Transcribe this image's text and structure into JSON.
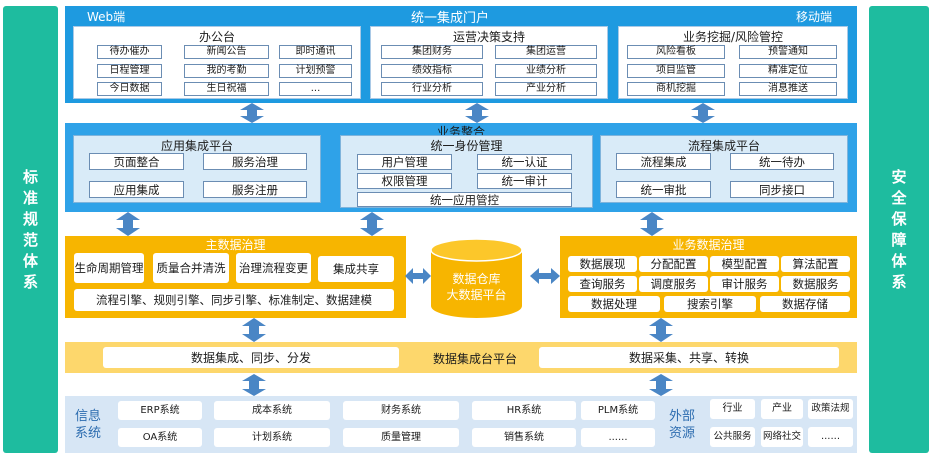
{
  "sides": {
    "left": "标准规范体系",
    "right": "安全保障体系"
  },
  "portal": {
    "web": "Web端",
    "title": "统一集成门户",
    "mobile": "移动端",
    "office": {
      "title": "办公台",
      "items": [
        "待办催办",
        "新闻公告",
        "即时通讯",
        "日程管理",
        "我的考勤",
        "计划预警",
        "今日数据",
        "生日祝福",
        "..."
      ]
    },
    "decision": {
      "title": "运营决策支持",
      "items": [
        "集团财务",
        "集团运营",
        "绩效指标",
        "业绩分析",
        "行业分析",
        "产业分析"
      ]
    },
    "risk": {
      "title": "业务挖掘/风险管控",
      "items": [
        "风险看板",
        "预警通知",
        "项目监管",
        "精准定位",
        "商机挖掘",
        "消息推送"
      ]
    }
  },
  "integration": {
    "title": "业务整合",
    "app": {
      "title": "应用集成平台",
      "items": [
        "页面整合",
        "服务治理",
        "应用集成",
        "服务注册"
      ]
    },
    "identity": {
      "title": "统一身份管理",
      "items": [
        "用户管理",
        "统一认证",
        "权限管理",
        "统一审计",
        "统一应用管控"
      ]
    },
    "process": {
      "title": "流程集成平台",
      "items": [
        "流程集成",
        "统一待办",
        "统一审批",
        "同步接口"
      ]
    }
  },
  "mdm": {
    "title": "主数据治理",
    "items": [
      "生命周期管理",
      "质量合并清洗",
      "治理流程变更",
      "集成共享"
    ],
    "engines": "流程引擎、规则引擎、同步引擎、标准制定、数据建模"
  },
  "warehouse": {
    "line1": "数据仓库",
    "line2": "大数据平台"
  },
  "bdm": {
    "title": "业务数据治理",
    "items": [
      "数据展现",
      "分配配置",
      "模型配置",
      "算法配置",
      "查询服务",
      "调度服务",
      "审计服务",
      "数据服务",
      "数据处理",
      "搜索引擎",
      "数据存储"
    ]
  },
  "integ_bar": {
    "left": "数据集成、同步、分发",
    "center": "数据集成台平台",
    "right": "数据采集、共享、转换"
  },
  "info": {
    "label": "信息系统",
    "items": [
      "ERP系统",
      "成本系统",
      "财务系统",
      "HR系统",
      "PLM系统",
      "OA系统",
      "计划系统",
      "质量管理",
      "销售系统",
      "......"
    ]
  },
  "external": {
    "label": "外部资源",
    "items": [
      "行业",
      "产业",
      "政策法规",
      "公共服务",
      "网络社交",
      "......"
    ]
  },
  "colors": {
    "side": "#1ebc9f",
    "blue": "#1e9ae0",
    "gold": "#f7b500",
    "arrow": "#4a86c5"
  }
}
